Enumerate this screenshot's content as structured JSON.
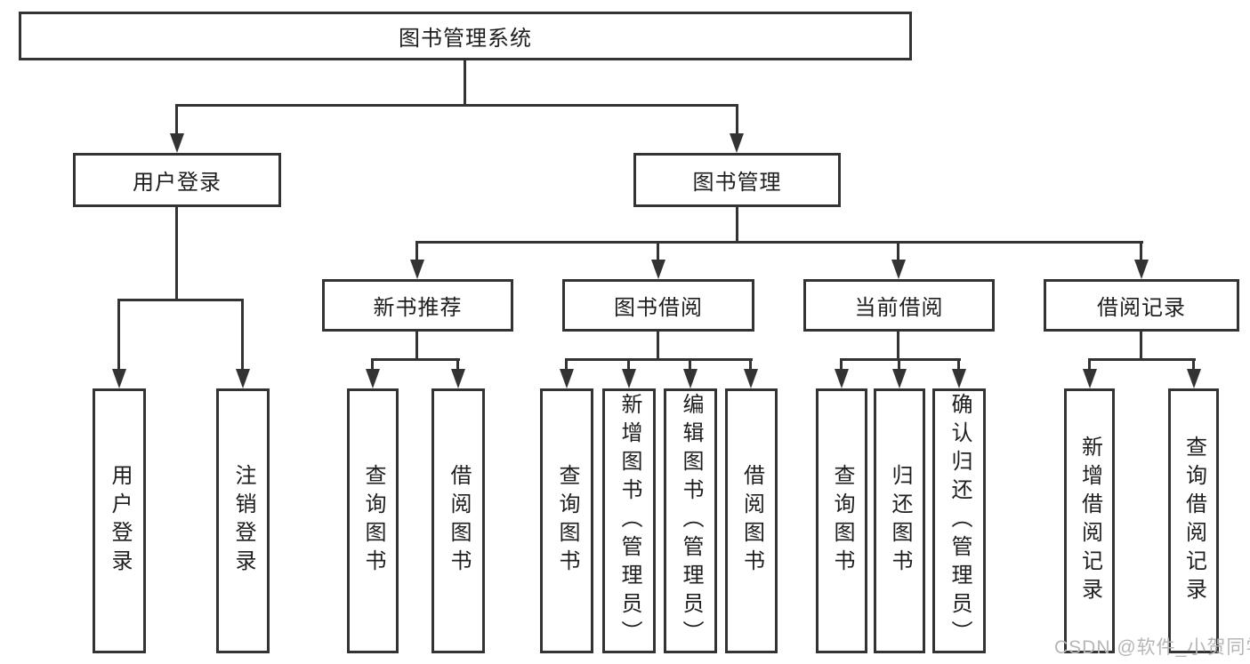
{
  "tree": {
    "root": {
      "label": "图书管理系统"
    },
    "branches": [
      {
        "label": "用户登录",
        "children": [
          {
            "label": "用户登录"
          },
          {
            "label": "注销登录"
          }
        ]
      },
      {
        "label": "图书管理",
        "children": [
          {
            "label": "新书推荐",
            "children": [
              {
                "label": "查询图书"
              },
              {
                "label": "借阅图书"
              }
            ]
          },
          {
            "label": "图书借阅",
            "children": [
              {
                "label": "查询图书"
              },
              {
                "label": "新增图书（管理员）"
              },
              {
                "label": "编辑图书（管理员）"
              },
              {
                "label": "借阅图书"
              }
            ]
          },
          {
            "label": "当前借阅",
            "children": [
              {
                "label": "查询图书"
              },
              {
                "label": "归还图书"
              },
              {
                "label": "确认归还（管理员）"
              }
            ]
          },
          {
            "label": "借阅记录",
            "children": [
              {
                "label": "新增借阅记录"
              },
              {
                "label": "查询借阅记录"
              }
            ]
          }
        ]
      }
    ]
  },
  "watermark": "CSDN @软件_小贺同学",
  "colors": {
    "line": "#333333",
    "text": "#1e1e1e",
    "watermark": "#b6b6b6",
    "background": "#ffffff"
  }
}
